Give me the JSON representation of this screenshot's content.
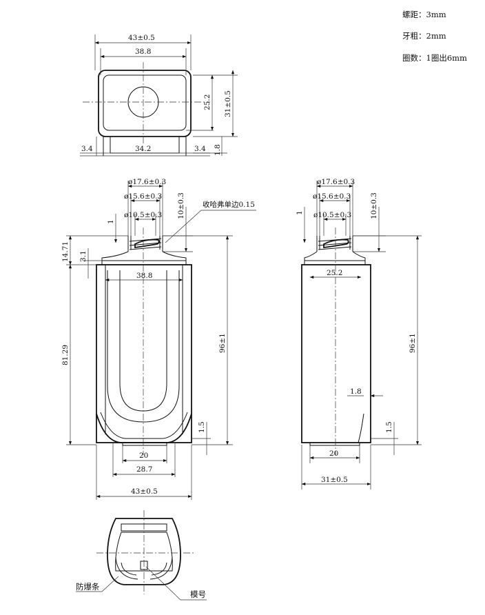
{
  "notes": {
    "pitch": "螺距：3mm",
    "thread_width": "牙粗：2mm",
    "turns": "圈数：1圈出6mm"
  },
  "top_view": {
    "width_outer": "43±0.5",
    "width_inner": "38.8",
    "depth_inner": "25.2",
    "depth_outer": "31±0.5",
    "foot_left": "3.4",
    "foot_mid": "34.2",
    "foot_right": "3.4",
    "foot_height": "1.8"
  },
  "front_view": {
    "neck_outer": "ø17.6±0.3",
    "neck_thread": "ø15.6±0.3",
    "neck_inner": "ø10.5±0.3",
    "neck_height": "10±0.3",
    "thread_step": "1",
    "shoulder_total": "14.71",
    "shoulder_ring": "3.1",
    "shoulder_note": "收哈弗单边0.15",
    "body_inner_width": "38.8",
    "body_height": "81.29",
    "total_height": "96±1",
    "base_step": "1.5",
    "base_inner": "20",
    "base_outer": "28.7",
    "body_width": "43±0.5"
  },
  "side_view": {
    "neck_outer": "ø17.6±0.3",
    "neck_thread": "ø15.6±0.3",
    "neck_inner": "ø10.5±0.3",
    "neck_height": "10±0.3",
    "thread_step": "1",
    "inner_width": "25.2",
    "total_height": "96±1",
    "wall": "1.8",
    "base_step": "1.5",
    "base_inner": "20",
    "body_depth": "31±0.5"
  },
  "bottom_view": {
    "label_vent": "防爆条",
    "label_mold": "模号"
  }
}
